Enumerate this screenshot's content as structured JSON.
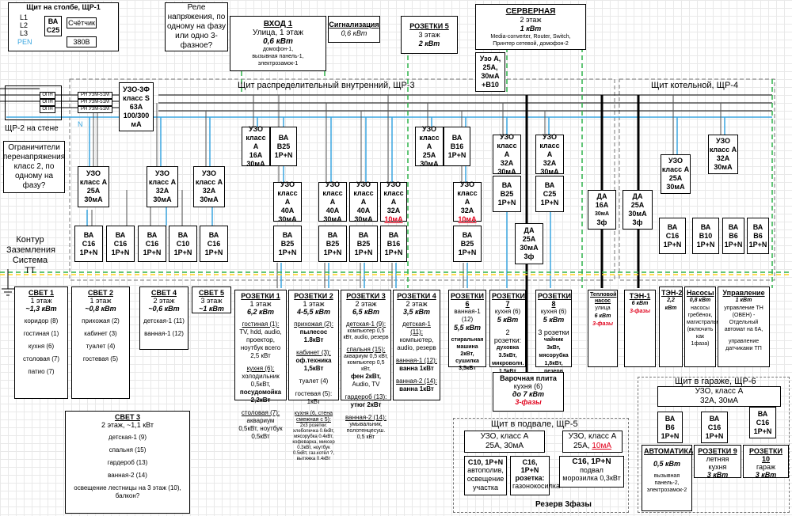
{
  "pole": {
    "title": "Щит на столбе, ЩР-1",
    "l1": "L1",
    "l2": "L2",
    "l3": "L3",
    "pen": "PEN",
    "va": "ВА",
    "c25": "С25",
    "meter": "Счётчик",
    "v380": "380В"
  },
  "question1": "Реле напряжения, по одному на фазу или одно 3-фазное?",
  "question2": "Ограничители перенапряжения класс 2, по одному на фазу?",
  "shch2": "ЩР-2 на стене",
  "opn": [
    "ОПН",
    "ОПН",
    "ОПН"
  ],
  "rn": [
    "РН УЗМ-51М",
    "РН УЗМ-51М",
    "РН УЗМ-51М"
  ],
  "uzo_main": [
    "УЗО-3Ф",
    "класс S",
    "63А",
    "100/300",
    "мА"
  ],
  "n_label": "N",
  "contour": [
    "Контур",
    "Заземления",
    "Система ТТ"
  ],
  "vhod1": {
    "title": "ВХОД 1",
    "line1": "Улица, 1 этаж",
    "power": "0,6 кВт",
    "d1": "домофон-1,",
    "d2": "вызывная панель-1,",
    "d3": "электрозамок-1"
  },
  "signal": {
    "title": "Сигнализация",
    "power": "0,6 кВт"
  },
  "roz5": {
    "title": "РОЗЕТКИ 5",
    "line1": "3 этаж",
    "power": "2 кВт"
  },
  "server": {
    "title": "СЕРВЕРНАЯ",
    "line1": "2 этаж",
    "power": "1 кВт",
    "d1": "Media-converter, Router, Switch,",
    "d2": "Принтер сетевой, домофон-2"
  },
  "uzoA25": [
    "Узо А,",
    "25А,",
    "30мА",
    "+В10"
  ],
  "shch3": "Щит распределительный внутренний, ЩР-3",
  "shch4": "Щит котельной, ЩР-4",
  "uzo": {
    "u1": [
      "УЗО",
      "класс А",
      "25А",
      "30мА"
    ],
    "u2": [
      "УЗО",
      "класс А",
      "32А",
      "30мА"
    ],
    "u3": [
      "УЗО",
      "класс А",
      "32А",
      "30мА"
    ],
    "u4": [
      "УЗО",
      "класс А",
      "16А",
      "30мА"
    ],
    "u5": [
      "УЗО",
      "класс А",
      "40А",
      "30мА"
    ],
    "u6": [
      "УЗО",
      "класс А",
      "40А",
      "30мА"
    ],
    "u7": [
      "УЗО",
      "класс А",
      "40А",
      "30мА"
    ],
    "u8a": [
      "УЗО",
      "класс А",
      "32А"
    ],
    "u8b": "10мА",
    "u9": [
      "УЗО",
      "класс А",
      "25А",
      "30мА"
    ],
    "u10a": [
      "УЗО",
      "класс А",
      "32А"
    ],
    "u10b": "10мА",
    "u11": [
      "УЗО",
      "класс А",
      "32А",
      "30мА"
    ],
    "u12": [
      "УЗО",
      "класс А",
      "32А",
      "30мА"
    ],
    "u13": [
      "УЗО",
      "класс А",
      "25А",
      "30мА"
    ],
    "u14": [
      "УЗО",
      "класс А",
      "32А",
      "30мА"
    ]
  },
  "va": {
    "b25a": [
      "ВА",
      "В25",
      "1Р+N"
    ],
    "b16a": [
      "ВА",
      "В16",
      "1Р+N"
    ],
    "c16": [
      "ВА",
      "С16",
      "1Р+N"
    ],
    "c10": [
      "ВА",
      "С10",
      "1Р+N"
    ],
    "b25": [
      "ВА",
      "В25",
      "1Р+N"
    ],
    "b16": [
      "ВА",
      "В16",
      "1Р+N"
    ],
    "c25": [
      "ВА",
      "С25",
      "1Р+N"
    ],
    "da16": [
      "ДА",
      "16А",
      "30мА",
      "3ф"
    ],
    "da25": [
      "ДА",
      "25А",
      "30мА",
      "3ф"
    ],
    "b10": [
      "ВА",
      "В10",
      "1Р+N"
    ],
    "b6": [
      "ВА",
      "В6",
      "1Р+N"
    ]
  },
  "svet1": {
    "t": "СВЕТ 1",
    "s": "1 этаж",
    "p": "~1,3 кВт",
    "items": [
      "коридор (8)",
      "гостиная (1)",
      "кухня (6)",
      "столовая (7)",
      "патио (7)"
    ]
  },
  "svet2": {
    "t": "СВЕТ 2",
    "s": "1 этаж",
    "p": "~0,8 кВт",
    "items": [
      "прихожая (2)",
      "кабинет (3)",
      "туалет (4)",
      "гостевая (5)"
    ]
  },
  "svet3": {
    "t": "СВЕТ 3",
    "s": "2 этаж, ~1,1 кВт",
    "items": [
      "детская-1 (9)",
      "спальня (15)",
      "гардероб (13)",
      "ванная-2 (14)",
      "освещение лестницы на 3 этаж (10), балкон?"
    ]
  },
  "svet4": {
    "t": "СВЕТ 4",
    "s": "2 этаж",
    "p": "~0,6 кВт",
    "items": [
      "детская-1 (11)",
      "ванная-1 (12)"
    ]
  },
  "svet5": {
    "t": "СВЕТ 5",
    "s": "3 этаж",
    "p": "~1 кВт"
  },
  "roz1": {
    "t": "РОЗЕТКИ 1",
    "s": "1 этаж",
    "p": "6,2 кВт",
    "a1": "гостиная (1):",
    "a2": "TV, hdd, audio, проектор, ноутбук всего 2,5 кВт",
    "b1": "кухня (6):",
    "b2": "холодильник 0,5кВт,",
    "b3": "посудомойка 2,2кВт",
    "c1": "столовая (7):",
    "c2": "аквариум 0,5кВт, ноутбук 0,5кВт"
  },
  "roz2": {
    "t": "РОЗЕТКИ 2",
    "s": "1 этаж",
    "p": "4-5,5 кВт",
    "a1": "прихожая (2):",
    "a2": "пылесос 1.8кВт",
    "b1": "кабинет (3):",
    "b2": "оф.техника 1,5кВт",
    "c1": "туалет (4)",
    "d1": "гостевая (5):",
    "d2": "1кВт",
    "e1": "кухня (6, стена смежная с 5):",
    "e2": "2х3 розетки: хлебопечка 0.6кВт, мясорубка 0.4кВт, кофеварка, миксер 0.3кВт, ноутбук 0.5кВт, газ.котёл ?, вытяжка 0.4кВт"
  },
  "roz3": {
    "t": "РОЗЕТКИ 3",
    "s": "2 этаж",
    "p": "6,5 кВт",
    "a1": "детская-1 (9):",
    "a2": "компьютер 0,5 кВт, audio, резерв",
    "b1": "спальня (15):",
    "b2": "аквариум 0,5 кВт, компьютер 0,5 кВт,",
    "b3": "фен 2кВт,",
    "b4": "Audio, TV",
    "c1": "гардероб (13):",
    "c2": "утюг 2кВт",
    "d1": "ванная-2 (14):",
    "d2": "умывальник, полотенцесуш. 0,5 кВт"
  },
  "roz4": {
    "t": "РОЗЕТКИ 4",
    "s": "2 этаж",
    "p": "3,5 кВт",
    "a1": "детская-1 (11):",
    "a2": "компьютер, audio, резерв",
    "b1": "ванная-1 (12):",
    "b2": "ванна 1кВт",
    "c1": "ванная-2 (14):",
    "c2": "ванна 1кВт"
  },
  "roz6": {
    "t": "РОЗЕТКИ 6",
    "s": "ванная-1 (12)",
    "p": "5,5 кВт",
    "a1": "стиральная машина 2кВт, сушилка 3,5кВт"
  },
  "roz7": {
    "t": "РОЗЕТКИ 7",
    "s": "кухня (6)",
    "p": "5 кВт",
    "a1": "2 розетки:",
    "a2": "духовка 3.5кВт,",
    "a3": "микроволн. 1.5кВт"
  },
  "roz8": {
    "t": "РОЗЕТКИ 8",
    "s": "кухня (6)",
    "p": "5 кВт",
    "a1": "3 розетки",
    "a2": "чайник 3кВт, мясорубка 1,8кВт,",
    "a3": "резерв"
  },
  "plita": {
    "t": "Варочная плита",
    "s": "кухня (6)",
    "p": "до 7 кВт",
    "r": "3-фазы"
  },
  "nasos": {
    "t": "Тепловой насос",
    "s": "улица",
    "p": "6 кВт",
    "r": "3-фазы"
  },
  "ten1": {
    "t": "ТЭН-1",
    "p": "6 кВт",
    "r": "3-фазы"
  },
  "ten2": {
    "t": "ТЭН-2",
    "p": "2,2 кВт"
  },
  "pumps": {
    "t": "Насосы",
    "p": "0,8 кВт",
    "a1": "насосы гребёнок, магистральный (включить как 1фаза)"
  },
  "control": {
    "t": "Управление",
    "p": "1 кВт",
    "a1": "управление ТН (ОВЕН) - Отдельный автомат на 6А,",
    "a2": "управление датчиками ТП"
  },
  "shch6": {
    "title": "Щит в гараже, ЩР-6",
    "uzo1": "УЗО, класс А",
    "uzo2": "32А, 30мА"
  },
  "shch5": {
    "title": "Щит в подвале, ЩР-5",
    "uzoa1": "УЗО, класс А",
    "uzoa2": "25А, 30мА",
    "uzob1": "УЗО, класс А",
    "uzob2": "25А,",
    "uzob3": "10мА"
  },
  "c10": {
    "t": "С10, 1Р+N",
    "a1": "автополив, освещение участка"
  },
  "c16r": {
    "t": "С16, 1Р+N",
    "a1": "розетка:",
    "a2": "газонокосилка"
  },
  "c16p": {
    "t": "С16, 1Р+N",
    "a1": "подвал",
    "a2": "морозилка 0,3кВт"
  },
  "reserve": "Резерв 3фазы",
  "auto": {
    "t": "АВТОМАТИКА",
    "p": "0,5 кВт",
    "a1": "вызывная панель-2, электрозамок-2"
  },
  "roz9": {
    "t": "РОЗЕТКИ 9",
    "s": "летняя кухня",
    "p": "3 кВт"
  },
  "roz10": {
    "t": "РОЗЕТКИ 10",
    "s": "гараж",
    "p": "3 кВт"
  }
}
